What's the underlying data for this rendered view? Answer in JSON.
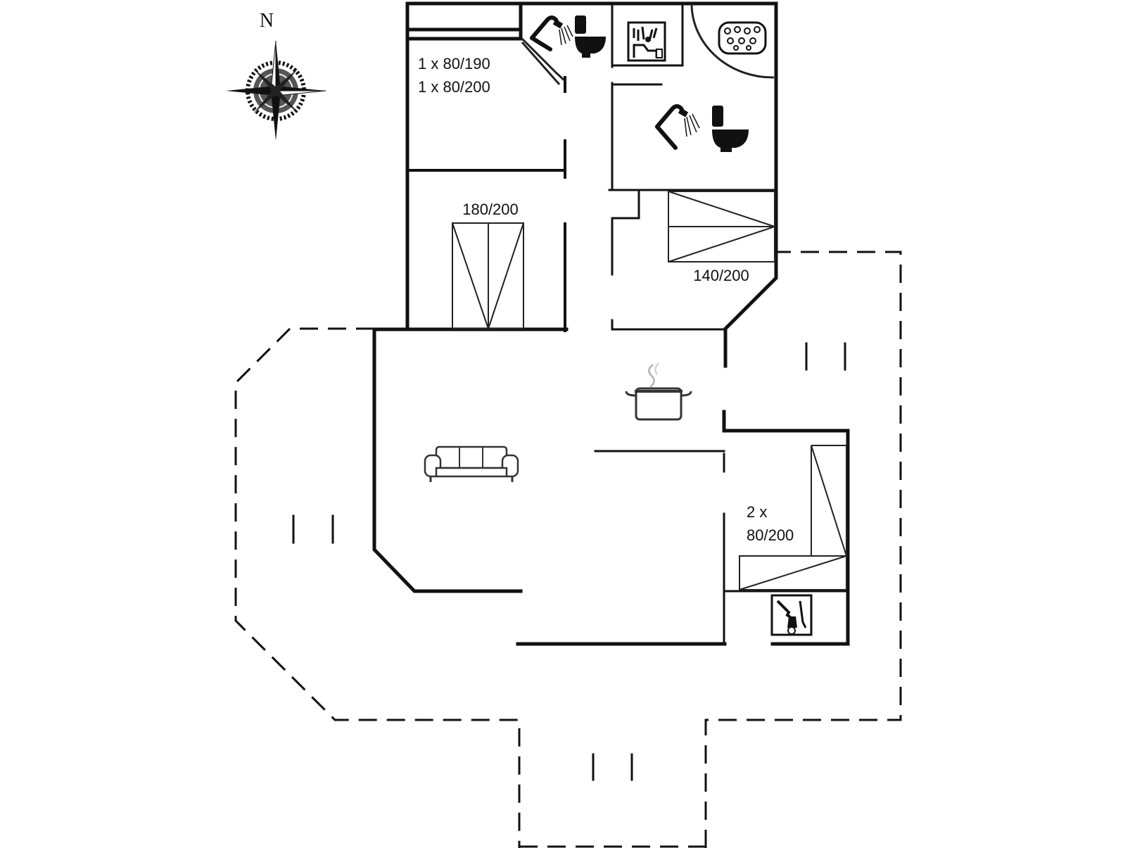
{
  "compass": {
    "north_label": "N",
    "icon": "compass-rose-icon"
  },
  "rooms": {
    "bedroom_top_left": {
      "beds_line1": "1 x 80/190",
      "beds_line2": "1 x 80/200"
    },
    "bedroom_double": {
      "bed": "180/200"
    },
    "bedroom_right": {
      "bed": "140/200"
    },
    "bedroom_bottom_right": {
      "beds_line1": "2 x",
      "beds_line2": "80/200"
    }
  },
  "icons": {
    "shower": "shower-icon",
    "toilet": "toilet-icon",
    "sauna": "sauna-icon",
    "whirlpool": "whirlpool-icon",
    "kitchen": "cooking-pot-icon",
    "living": "sofa-icon",
    "utility": "washing-machine-icon"
  }
}
